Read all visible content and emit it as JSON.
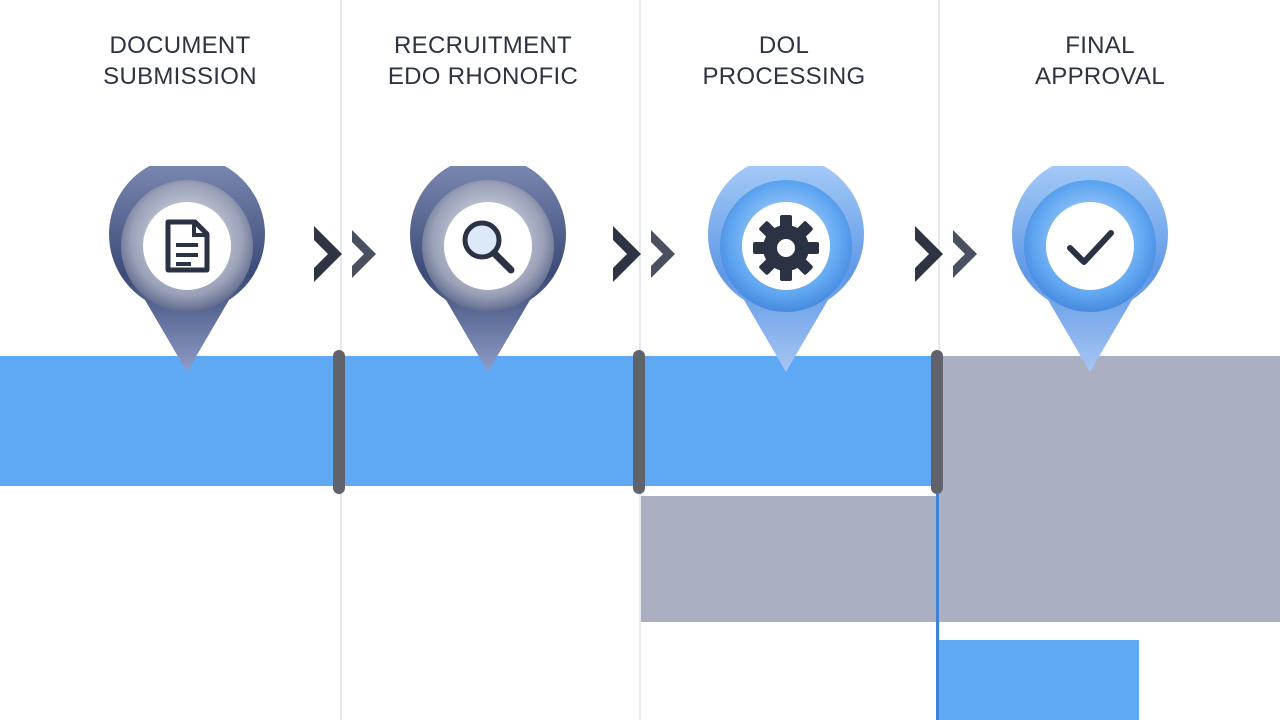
{
  "stages": [
    {
      "title_line1": "DOCUMENT",
      "title_line2": "SUBMISSION",
      "icon": "document-icon",
      "status": "complete"
    },
    {
      "title_line1": "RECRUITMENT",
      "title_line2": "EDO RHONOFIC",
      "icon": "magnifier-icon",
      "status": "complete"
    },
    {
      "title_line1": "DOL",
      "title_line2": "PROCESSING",
      "icon": "gear-icon",
      "status": "active"
    },
    {
      "title_line1": "FINAL",
      "title_line2": "APPROVAL",
      "icon": "checkmark-icon",
      "status": "pending"
    }
  ],
  "colors": {
    "complete": "#5ea8f4",
    "pending": "#aab0c2",
    "separator": "#60636c",
    "title": "#2d3340",
    "pin_ring_dark": "#3e4d7c",
    "pin_ring_light": "#7eb2f2"
  }
}
